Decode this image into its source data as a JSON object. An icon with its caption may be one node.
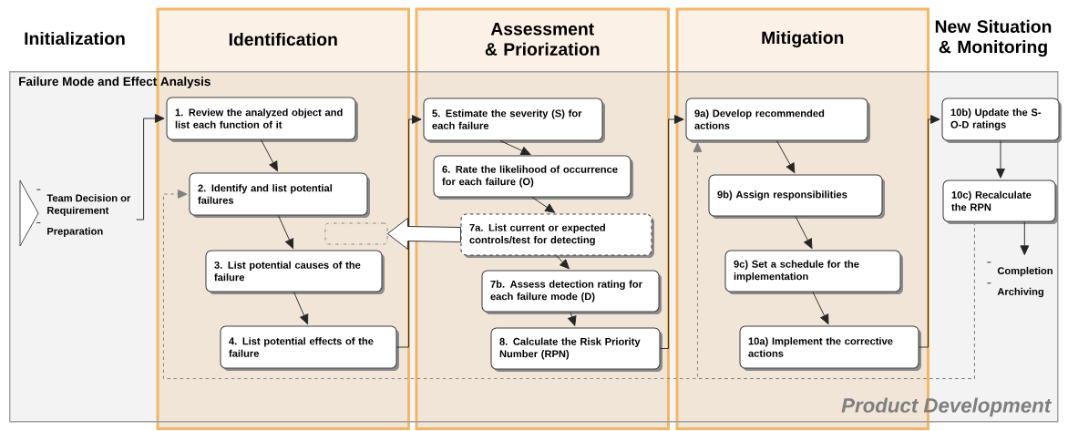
{
  "diagram": {
    "nodes": [
      {
        "text": [
          "Failure Mode and Effect Analysis",
          "Product Development"
        ]
      },
      {
        "text": [
          "Identification"
        ]
      },
      {
        "text": [
          "Assessment & Priorization"
        ]
      },
      {
        "text": [
          "Mitigation"
        ]
      },
      {
        "text": [
          "Team Decision or Requirement",
          "Preparation"
        ],
        "in": 0
      },
      {
        "text": [
          "1. Review the analyzed object and list each function of it"
        ],
        "in": 1
      },
      {
        "text": [
          "2. Identify and list potential failures"
        ],
        "in": 1
      },
      {
        "text": [],
        "shape": "box",
        "in": 1
      },
      {
        "text": [
          "3. List potential causes of the failure"
        ],
        "in": 1
      },
      {
        "text": [
          "4. List potential effects of the failure"
        ],
        "in": 1
      },
      {
        "text": [
          "5. Estimate the severity (S) for each failure"
        ],
        "in": 2
      },
      {
        "text": [
          "6. Rate the likelihood of occurrence for each failure (O)"
        ],
        "in": 2
      },
      {
        "text": [
          "7a. List current or expected controls/test for detecting"
        ],
        "in": 2
      },
      {
        "text": [
          "7b. Assess detection rating for each failure mode (D)"
        ],
        "in": 2
      },
      {
        "text": [
          "8. Calculate the Risk Priority Number (RPN)"
        ],
        "in": 2
      },
      {
        "text": [
          "9a) Develop recommended actions"
        ],
        "in": 3
      },
      {
        "text": [
          "9b) Assign responsibilities"
        ],
        "in": 3
      },
      {
        "text": [
          "9c) Set a schedule for the implementation"
        ],
        "in": 3
      },
      {
        "text": [
          "10a) Implement the corrective actions"
        ],
        "in": 3
      },
      {
        "text": [
          "10b) Update the S-O-D ratings"
        ],
        "in": 0
      },
      {
        "text": [
          "10c) Recalculate the RPN"
        ],
        "in": 0
      },
      {
        "text": [
          "Completion",
          "Archiving"
        ],
        "in": 0
      }
    ],
    "edges": [
      {
        "from": 4,
        "to": 5,
        "arrow": "to"
      },
      {
        "from": 5,
        "to": 6,
        "arrow": "to"
      },
      {
        "from": 6,
        "to": 8,
        "arrow": "to"
      },
      {
        "from": 8,
        "to": 9,
        "arrow": "to"
      },
      {
        "from": 9,
        "to": 10,
        "arrow": "to"
      },
      {
        "from": 10,
        "to": 11,
        "arrow": "to"
      },
      {
        "from": 11,
        "to": 12,
        "arrow": "to"
      },
      {
        "from": 12,
        "to": 13,
        "arrow": "to"
      },
      {
        "from": 13,
        "to": 14,
        "arrow": "to"
      },
      {
        "from": 14,
        "to": 15,
        "arrow": "to"
      },
      {
        "from": 15,
        "to": 16,
        "arrow": "to"
      },
      {
        "from": 16,
        "to": 17,
        "arrow": "to"
      },
      {
        "from": 17,
        "to": 18,
        "arrow": "to"
      },
      {
        "from": 18,
        "to": 19,
        "arrow": "to"
      },
      {
        "from": 19,
        "to": 20,
        "arrow": "to"
      },
      {
        "from": 20,
        "to": 21,
        "arrow": "to"
      },
      {
        "from": 12,
        "to": 7,
        "arrow": "to",
        "style": "thick"
      },
      {
        "from": 20,
        "to": 6,
        "arrow": "to",
        "style": "dashed",
        "color": "#808080"
      },
      {
        "from": 20,
        "to": 15,
        "arrow": "to",
        "style": "dashed",
        "color": "#808080"
      }
    ],
    "labels": [
      "Initialization",
      "New Situation & Monitoring"
    ]
  }
}
